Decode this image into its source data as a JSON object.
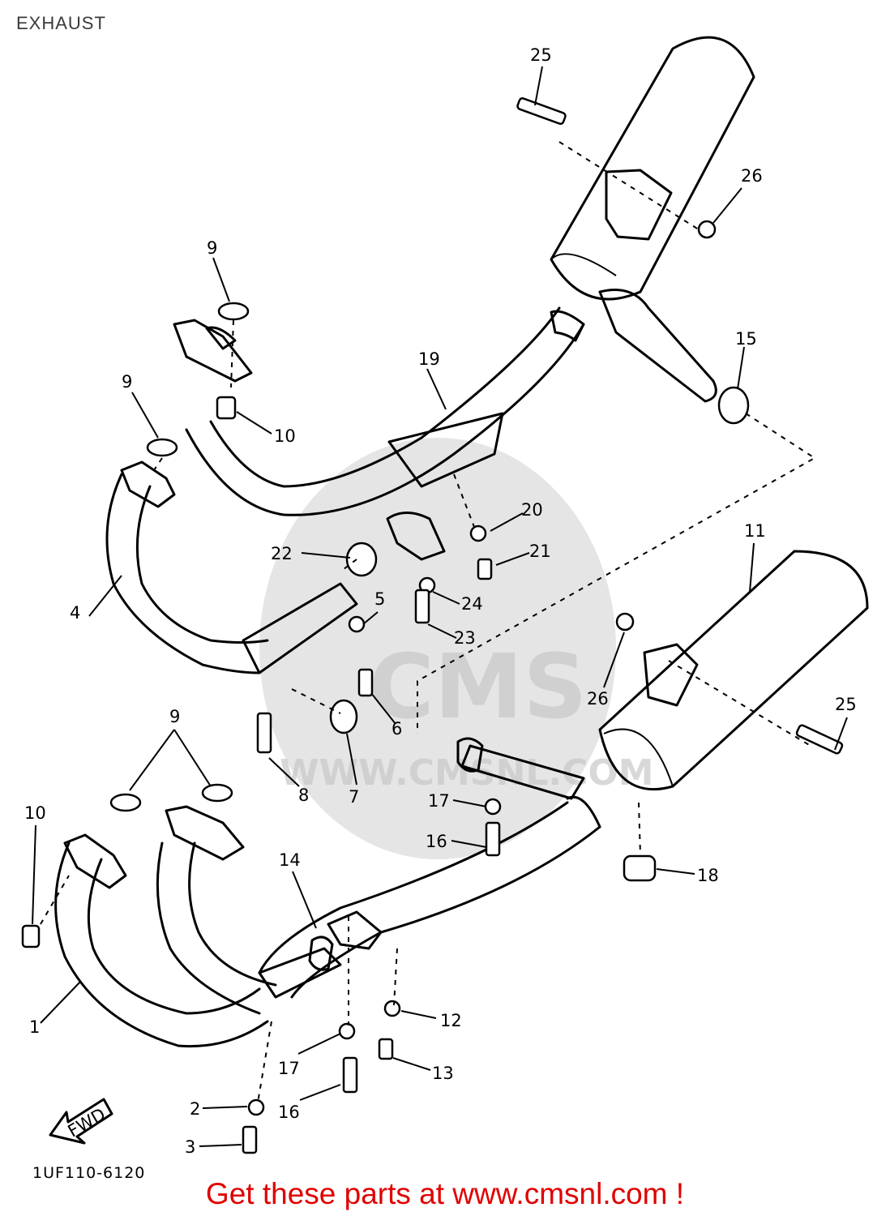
{
  "header": {
    "title": "EXHAUST"
  },
  "diagram": {
    "watermark": {
      "logo_text": "CMS",
      "url_text": "WWW.CMSNL.COM"
    },
    "fwd_label": "FWD",
    "callouts": [
      {
        "n": "25"
      },
      {
        "n": "26"
      },
      {
        "n": "9"
      },
      {
        "n": "9"
      },
      {
        "n": "10"
      },
      {
        "n": "19"
      },
      {
        "n": "15"
      },
      {
        "n": "20"
      },
      {
        "n": "21"
      },
      {
        "n": "22"
      },
      {
        "n": "24"
      },
      {
        "n": "11"
      },
      {
        "n": "4"
      },
      {
        "n": "5"
      },
      {
        "n": "23"
      },
      {
        "n": "26"
      },
      {
        "n": "25"
      },
      {
        "n": "6"
      },
      {
        "n": "9"
      },
      {
        "n": "8"
      },
      {
        "n": "7"
      },
      {
        "n": "17"
      },
      {
        "n": "10"
      },
      {
        "n": "16"
      },
      {
        "n": "14"
      },
      {
        "n": "18"
      },
      {
        "n": "12"
      },
      {
        "n": "1"
      },
      {
        "n": "17"
      },
      {
        "n": "13"
      },
      {
        "n": "16"
      },
      {
        "n": "2"
      },
      {
        "n": "3"
      }
    ],
    "diagram_code": "1UF110-6120"
  },
  "footer": {
    "text": "Get these parts at www.cmsnl.com !",
    "color": "#e00000"
  }
}
